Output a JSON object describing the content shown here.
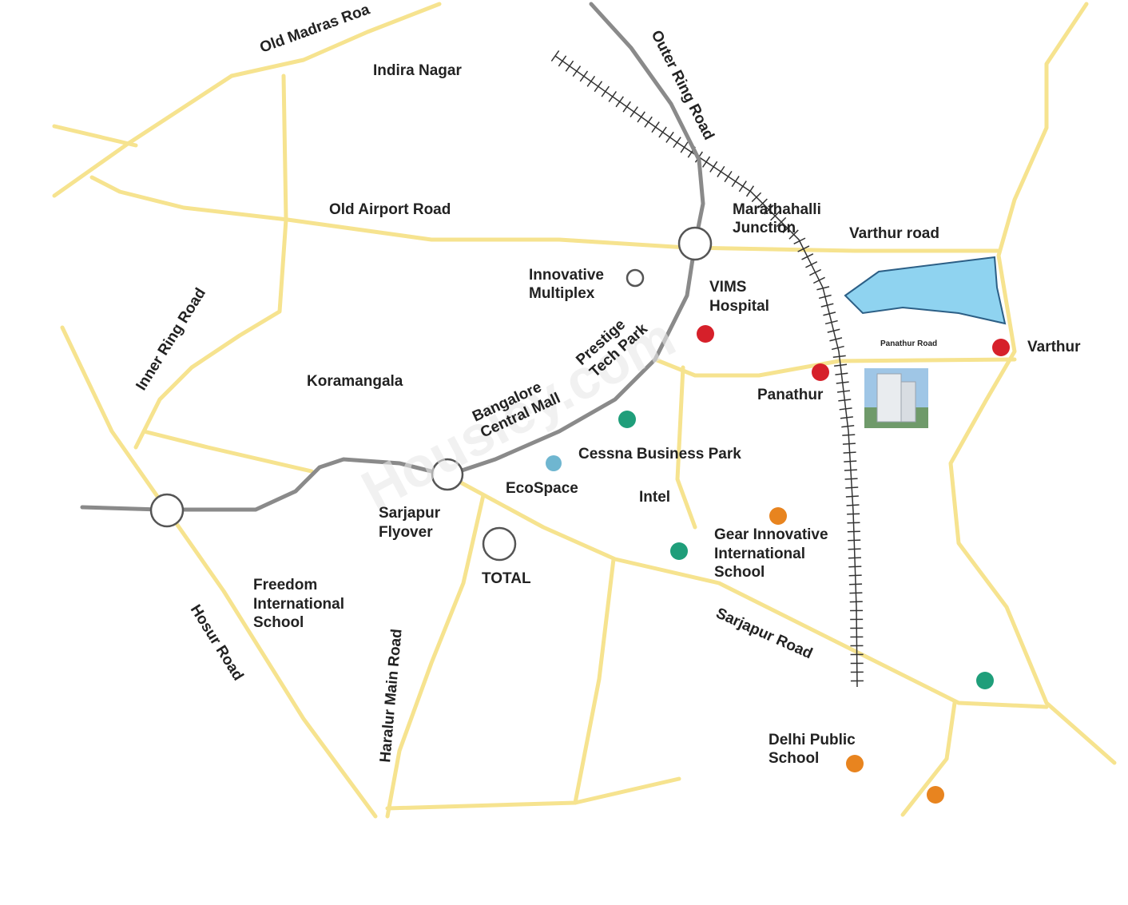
{
  "watermark": "Housiey.com",
  "labels": {
    "old_madras_road": "Old Madras Roa",
    "indira_nagar": "Indira Nagar",
    "outer_ring_road": "Outer Ring Road",
    "old_airport_road": "Old Airport Road",
    "marathahalli_1": "Marathahalli",
    "marathahalli_2": "Junction",
    "varthur_road": "Varthur road",
    "innovative_1": "Innovative",
    "innovative_2": "Multiplex",
    "vims_1": "VIMS",
    "vims_2": "Hospital",
    "prestige_1": "Prestige",
    "prestige_2": "Tech Park",
    "inner_ring_road": "Inner Ring Road",
    "koramangala": "Koramangala",
    "bcm_1": "Bangalore",
    "bcm_2": "Central Mall",
    "panathur_road": "Panathur Road",
    "varthur": "Varthur",
    "panathur": "Panathur",
    "cessna": "Cessna Business Park",
    "ecospace": "EcoSpace",
    "sarjapur_1": "Sarjapur",
    "sarjapur_2": "Flyover",
    "intel": "Intel",
    "gear_1": "Gear Innovative",
    "gear_2": "International",
    "gear_3": "School",
    "total": "TOTAL",
    "freedom_1": "Freedom",
    "freedom_2": "International",
    "freedom_3": "School",
    "hosur_road": "Hosur Road",
    "haralur": "Haralur Main Road",
    "sarjapur_road": "Sarjapur Road",
    "dps_1": "Delhi Public",
    "dps_2": "School"
  },
  "colors": {
    "road": "#f6e38f",
    "ring_road": "#8a8a8a",
    "lake": "#8fd3f0",
    "hospital_marker": "#d6202a",
    "office_marker": "#1f9e7a",
    "school_marker": "#e8841f"
  },
  "marker_types": {
    "red": "hospital-marker",
    "green": "office-marker",
    "orange": "school-marker",
    "hollow": "junction-marker"
  }
}
